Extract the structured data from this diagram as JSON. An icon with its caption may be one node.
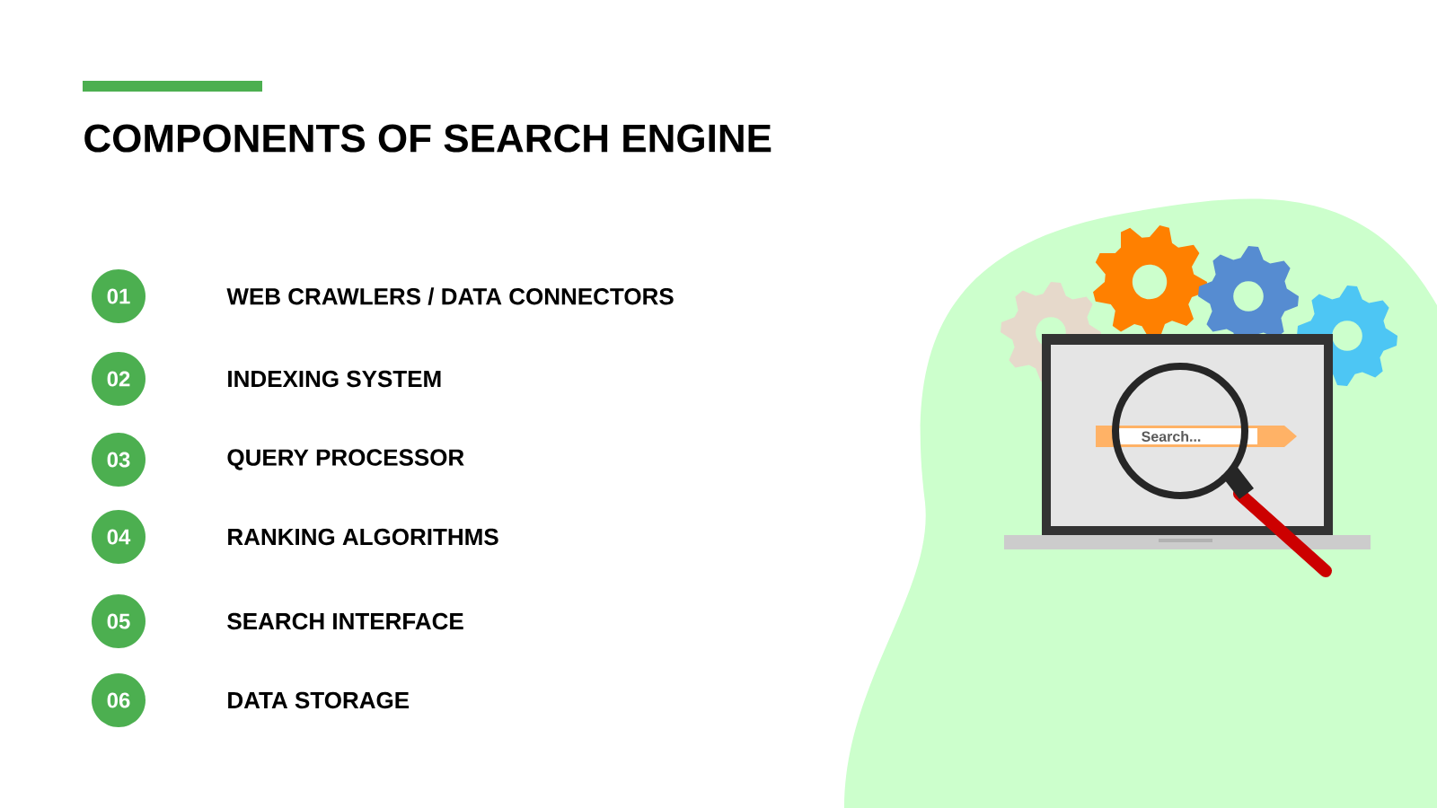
{
  "diagram": {
    "title": "COMPONENTS OF SEARCH ENGINE",
    "nodes": [
      {
        "text": [
          "01"
        ],
        "beside": [
          "WEB CRAWLERS / DATA CONNECTORS"
        ]
      },
      {
        "text": [
          "02"
        ],
        "beside": [
          "INDEXING SYSTEM"
        ]
      },
      {
        "text": [
          "03"
        ],
        "beside": [
          "QUERY PROCESSOR"
        ]
      },
      {
        "text": [
          "04"
        ],
        "beside": [
          "RANKING ALGORITHMS"
        ]
      },
      {
        "text": [
          "05"
        ],
        "beside": [
          "SEARCH INTERFACE"
        ]
      },
      {
        "text": [
          "06"
        ],
        "beside": [
          "DATA STORAGE"
        ]
      }
    ],
    "labels": [
      "Search..."
    ]
  }
}
